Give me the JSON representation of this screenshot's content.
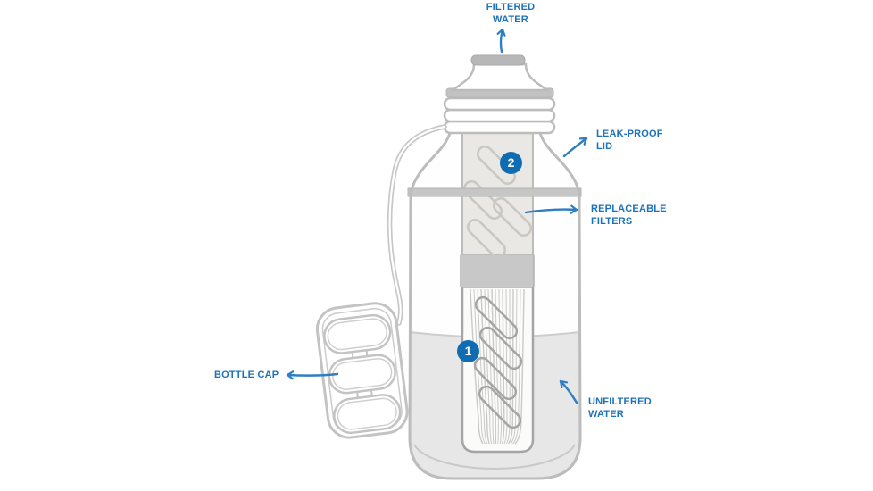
{
  "diagram": {
    "labels": {
      "filtered_water": "FILTERED WATER",
      "leak_proof_lid": "LEAK-PROOF LID",
      "replaceable_filters": "REPLACEABLE FILTERS",
      "bottle_cap": "BOTTLE CAP",
      "unfiltered_water": "UNFILTERED WATER"
    },
    "markers": {
      "stage1": "1",
      "stage2": "2"
    },
    "colors": {
      "background": "#ffffff",
      "label_text": "#1d72b8",
      "arrow": "#2e7fc2",
      "badge_fill": "#0f6cb2",
      "badge_text": "#ffffff",
      "outline": "#bcbcbc",
      "outline_dark": "#a5a5a5",
      "gray_fill": "#c6c6c6",
      "gray_dark": "#b5b5b5",
      "filter_fill": "#eae8e4",
      "filter_stripe": "#cac7c1",
      "water_fill": "#e7e7e7",
      "water_edge": "#cdcdcd",
      "fiber": "#c9c9c9"
    }
  }
}
